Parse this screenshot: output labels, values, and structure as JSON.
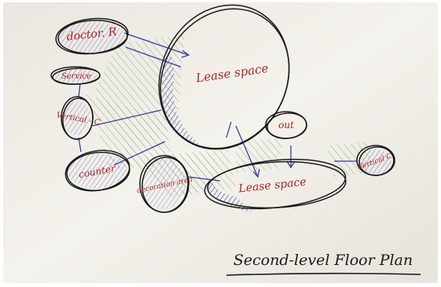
{
  "diagram": {
    "title": "Second-level Floor Plan",
    "nodes": [
      {
        "id": "doctor",
        "label": "doctor. R"
      },
      {
        "id": "service",
        "label": "Service"
      },
      {
        "id": "vertical-left",
        "label": "Vertical - C"
      },
      {
        "id": "counter",
        "label": "counter"
      },
      {
        "id": "decoration",
        "label": "decoration area"
      },
      {
        "id": "lease-main",
        "label": "Lease space"
      },
      {
        "id": "out",
        "label": "out"
      },
      {
        "id": "lease-lower",
        "label": "Lease space"
      },
      {
        "id": "vertical-right",
        "label": "Vertical C"
      }
    ]
  },
  "colors": {
    "ink": "#1a1a1a",
    "label": "#b0202a",
    "hatch": "#3a3aa8",
    "link_hatch": "#6a9a58",
    "paper": "#f2efe9"
  }
}
